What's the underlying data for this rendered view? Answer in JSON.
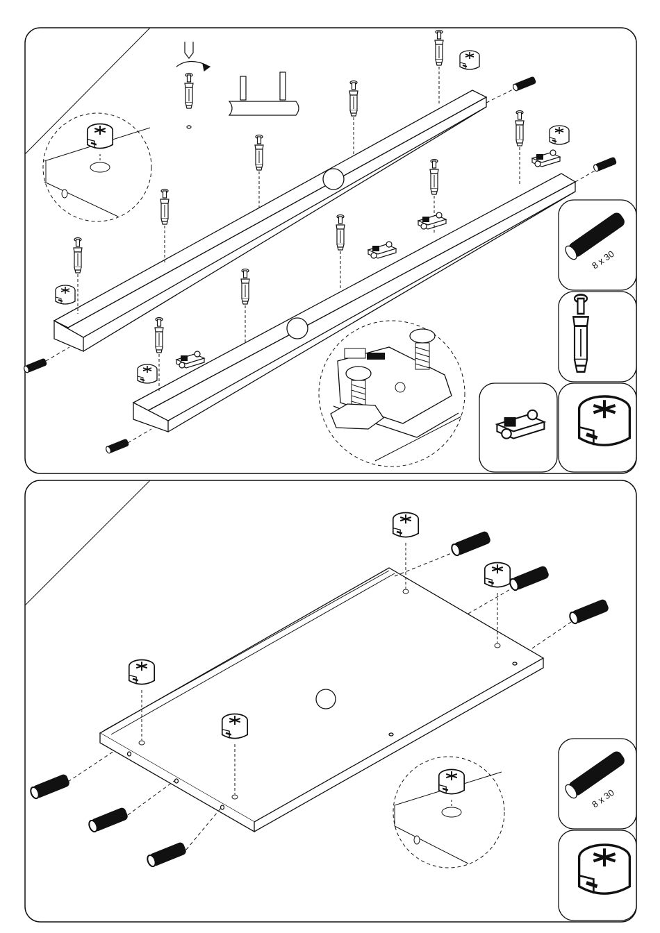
{
  "page": {
    "title": "",
    "line_color": "#111111",
    "background": "#ffffff"
  },
  "step_top": {
    "callouts": [
      {
        "icon": "wooden-dowel-icon",
        "label": "8 x 30"
      },
      {
        "icon": "cam-bolt-icon",
        "label": ""
      },
      {
        "icon": "drawer-runner-bracket-icon",
        "label": ""
      },
      {
        "icon": "cam-lock-icon",
        "label": ""
      }
    ],
    "detail_views": [
      "cam-lock-detail",
      "runner-bracket-detail"
    ]
  },
  "step_bottom": {
    "callouts": [
      {
        "icon": "wooden-dowel-icon",
        "label": "8 x 30"
      },
      {
        "icon": "cam-lock-icon",
        "label": ""
      }
    ],
    "detail_views": [
      "cam-lock-detail"
    ]
  }
}
